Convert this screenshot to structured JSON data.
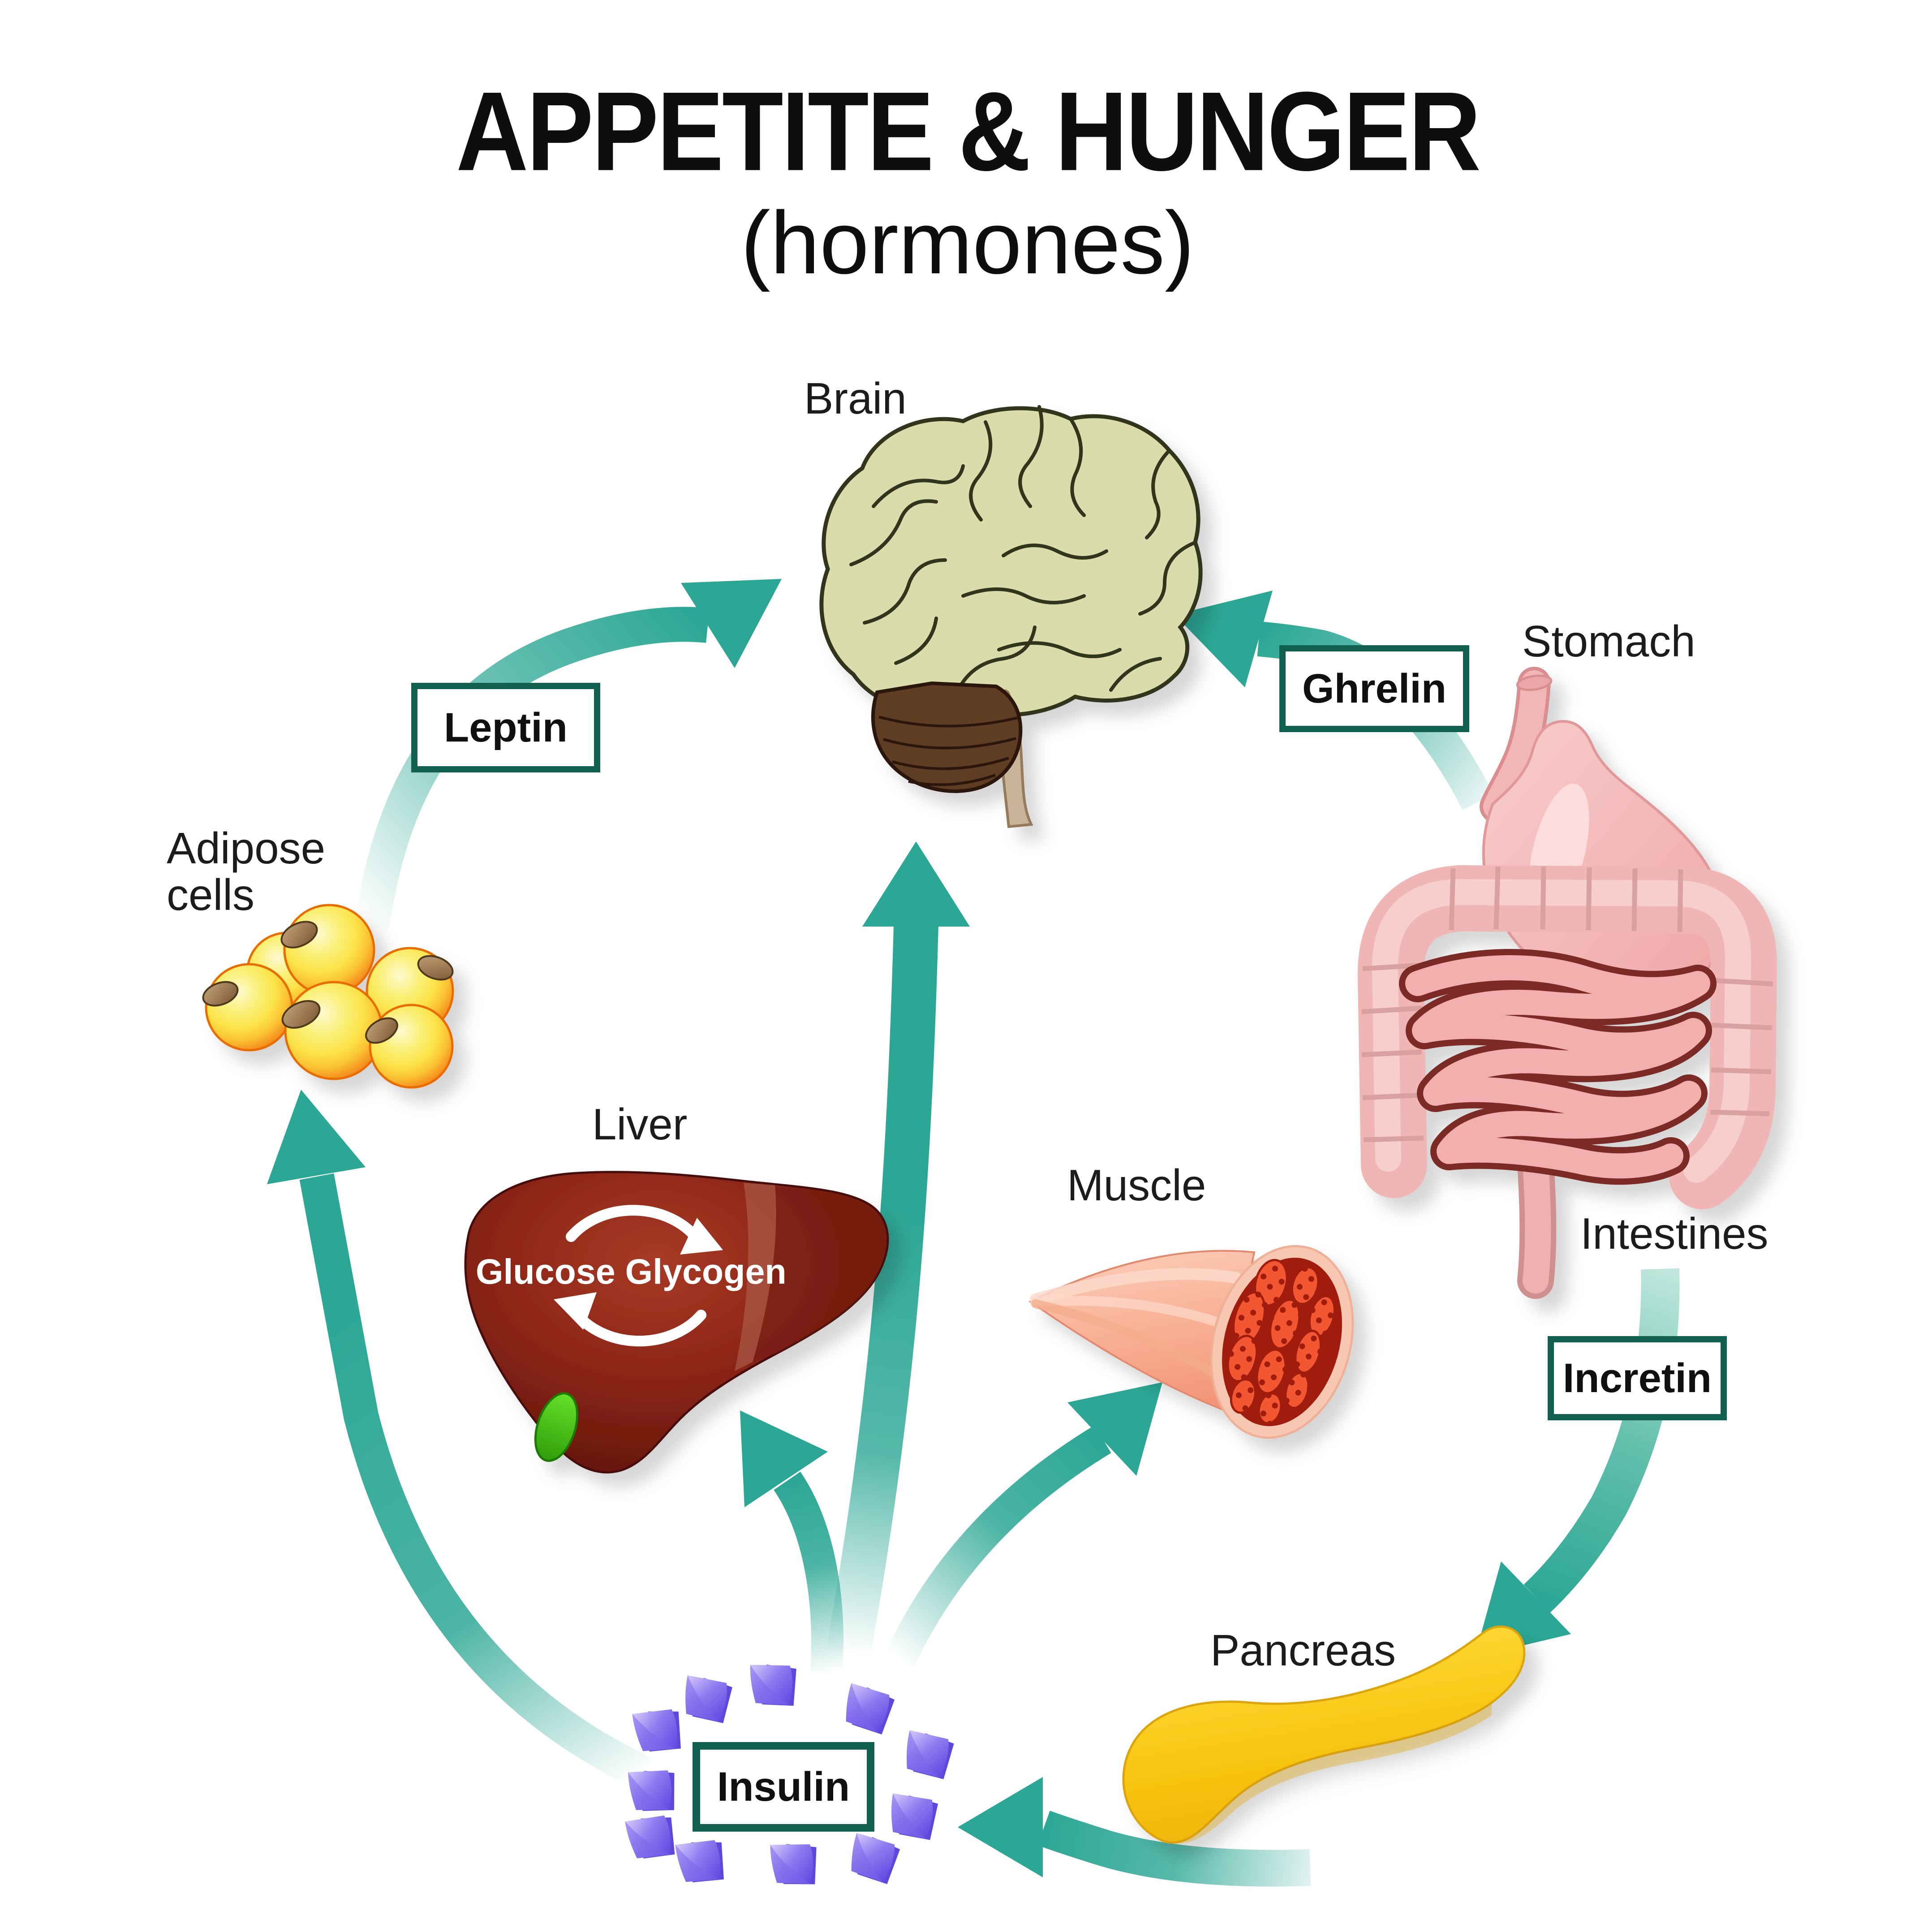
{
  "title": {
    "line1": "APPETITE & HUNGER",
    "line2": "(hormones)"
  },
  "organ_labels": {
    "brain": "Brain",
    "stomach": "Stomach",
    "intestines": "Intestines",
    "adipose_line1": "Adipose",
    "adipose_line2": "cells",
    "liver": "Liver",
    "muscle": "Muscle",
    "pancreas": "Pancreas"
  },
  "hormone_boxes": {
    "leptin": "Leptin",
    "ghrelin": "Ghrelin",
    "incretin": "Incretin",
    "insulin": "Insulin"
  },
  "liver_cycle": {
    "text": "Glucose Glycogen"
  },
  "colors": {
    "arrow_teal": "#2CA795",
    "arrow_mint": "#BCE5DA",
    "box_border": "#12604F",
    "text_black": "#141414",
    "brain_khaki": "#DADCAB",
    "cerebellum_brown": "#5F3C20",
    "organ_pink": "#F3B6B6",
    "intestine_outline": "#7C2A26",
    "liver_red": "#8C2517",
    "gallbladder_green": "#49C714",
    "muscle_salmon": "#F5A285",
    "muscle_fiber_red": "#F25730",
    "muscle_section_dark": "#A01A0B",
    "adipose_orange": "#F07414",
    "adipose_yellow": "#FCE34A",
    "pancreas_yellow": "#F7C812",
    "insulin_purple": "#6A4FE0"
  }
}
